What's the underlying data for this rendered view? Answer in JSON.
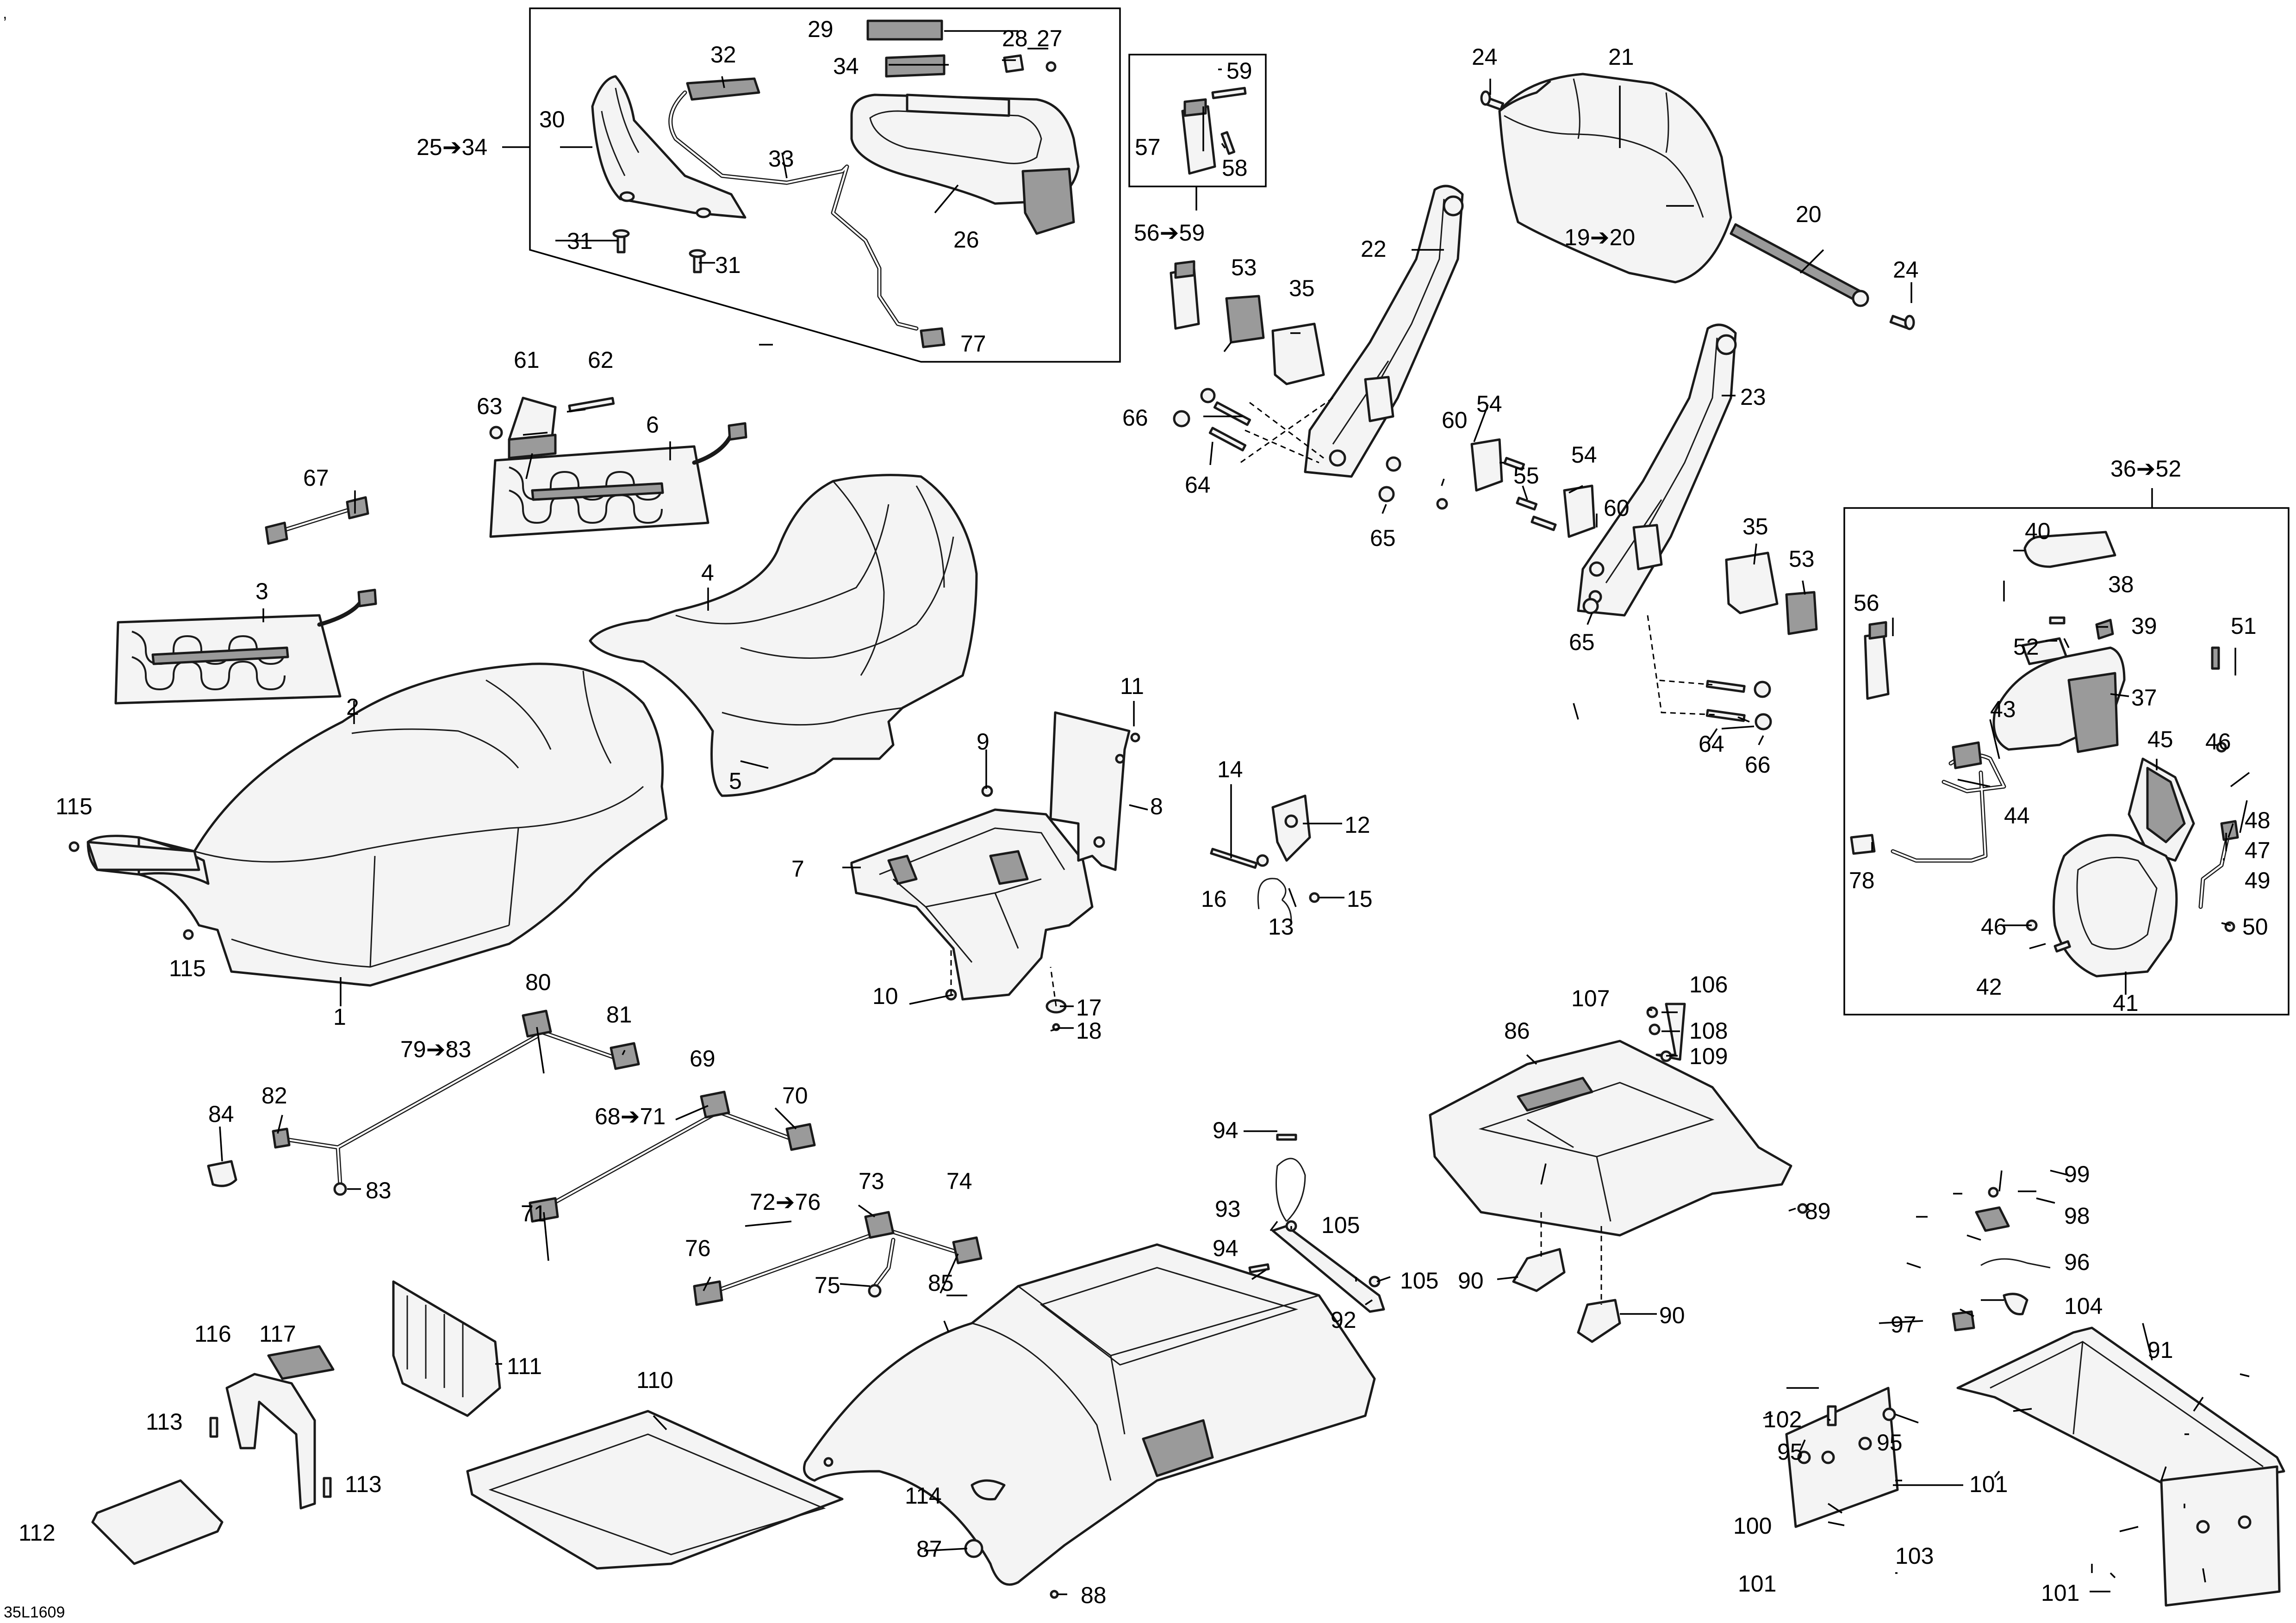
{
  "diagram_code": "35L1609",
  "corner_mark": ",",
  "callouts": {
    "c1": "1",
    "c2": "2",
    "c3": "3",
    "c4": "4",
    "c5": "5",
    "c6": "6",
    "c7": "7",
    "c8": "8",
    "c9": "9",
    "c10": "10",
    "c11": "11",
    "c12": "12",
    "c13": "13",
    "c14": "14",
    "c15": "15",
    "c16": "16",
    "c17": "17",
    "c18": "18",
    "r19_20": "19➔20",
    "c20": "20",
    "c21": "21",
    "c22": "22",
    "c23": "23",
    "c24a": "24",
    "c24b": "24",
    "r25_34": "25➔34",
    "c26": "26",
    "c27": "27",
    "c28": "28",
    "c29": "29",
    "c30": "30",
    "c31a": "31",
    "c31b": "31",
    "c32": "32",
    "c33": "33",
    "c34": "34",
    "c35a": "35",
    "c35b": "35",
    "r36_52": "36➔52",
    "c37": "37",
    "c38": "38",
    "c39": "39",
    "c40": "40",
    "c41": "41",
    "c42": "42",
    "c43": "43",
    "c44": "44",
    "c45": "45",
    "c46a": "46",
    "c46b": "46",
    "c47": "47",
    "c48": "48",
    "c49": "49",
    "c50": "50",
    "c51": "51",
    "c52": "52",
    "c53a": "53",
    "c53b": "53",
    "c54a": "54",
    "c54b": "54",
    "c55": "55",
    "r56_59": "56➔59",
    "c56": "56",
    "c57": "57",
    "c58": "58",
    "c59": "59",
    "c60a": "60",
    "c60b": "60",
    "c61": "61",
    "c62": "62",
    "c63": "63",
    "c64a": "64",
    "c64b": "64",
    "c65a": "65",
    "c65b": "65",
    "c66a": "66",
    "c66b": "66",
    "c67": "67",
    "r68_71": "68➔71",
    "c69": "69",
    "c70": "70",
    "c71": "71",
    "r72_76": "72➔76",
    "c73": "73",
    "c74": "74",
    "c75": "75",
    "c76": "76",
    "c77": "77",
    "c78": "78",
    "r79_83": "79➔83",
    "c80": "80",
    "c81": "81",
    "c82": "82",
    "c83": "83",
    "c84": "84",
    "c85": "85",
    "c86": "86",
    "c87": "87",
    "c88": "88",
    "c89": "89",
    "c90a": "90",
    "c90b": "90",
    "c91": "91",
    "c92": "92",
    "c93": "93",
    "c94a": "94",
    "c94b": "94",
    "c95a": "95",
    "c95b": "95",
    "c96": "96",
    "c97": "97",
    "c98": "98",
    "c99": "99",
    "c100": "100",
    "c101a": "101",
    "c101b": "101",
    "c101c": "101",
    "c102": "102",
    "c103": "103",
    "c104": "104",
    "c105a": "105",
    "c105b": "105",
    "c106": "106",
    "c107": "107",
    "c108": "108",
    "c109": "109",
    "c110": "110",
    "c111": "111",
    "c112": "112",
    "c113a": "113",
    "c113b": "113",
    "c114": "114",
    "c115a": "115",
    "c115b": "115",
    "c116": "116",
    "c117": "117"
  }
}
